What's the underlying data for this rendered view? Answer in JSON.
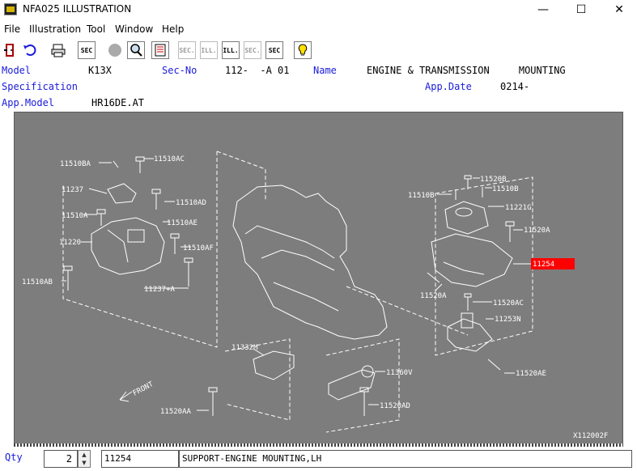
{
  "window": {
    "title": "NFA025  ILLUSTRATION",
    "minimize": "—",
    "maximize": "☐",
    "close": "✕"
  },
  "menu": [
    "File",
    "Illustration",
    "Tool",
    "Window",
    "Help"
  ],
  "toolbar": {
    "sec_label": "SEC",
    "sec_prev": "SEC.",
    "ill_prev": "ILL.",
    "ill_next": "ILL.",
    "sec_next": "SEC.",
    "sec_q": "SEC"
  },
  "info": {
    "model_label": "Model",
    "model_value": "K13X",
    "secno_label": "Sec-No",
    "secno_value": "112-  -A 01",
    "name_label": "Name",
    "name_value": "ENGINE & TRANSMISSION     MOUNTING",
    "spec_label": "Specification",
    "appdate_label": "App.Date",
    "appdate_value": "0214-",
    "appmodel_label": "App.Model",
    "appmodel_value": "HR16DE.AT"
  },
  "illustration": {
    "labels": {
      "l1": "11510BA",
      "l2": "11510AC",
      "l3": "11237",
      "l4": "11510AD",
      "l5": "11510A",
      "l6": "11510AE",
      "l7": "11220",
      "l8": "11510AF",
      "l9": "11510AB",
      "l10": "11237+A",
      "r1": "11520B",
      "r2": "11510B",
      "r3": "11510B",
      "r4": "11221G",
      "r5": "11520A",
      "r6": "11254",
      "r7": "11520A",
      "r8": "11520AC",
      "r9": "11253N",
      "r10": "11520AE",
      "b1": "11332M",
      "b2": "11360V",
      "b3": "11520AD",
      "b4": "11520AA",
      "front": "FRONT"
    },
    "code": "X112002F",
    "highlight_color": "#ff0000",
    "background_color": "#7d7d7d"
  },
  "status": {
    "qty_label": "Qty",
    "qty_value": "2",
    "part_no": "11254",
    "description": "SUPPORT-ENGINE MOUNTING,LH"
  }
}
